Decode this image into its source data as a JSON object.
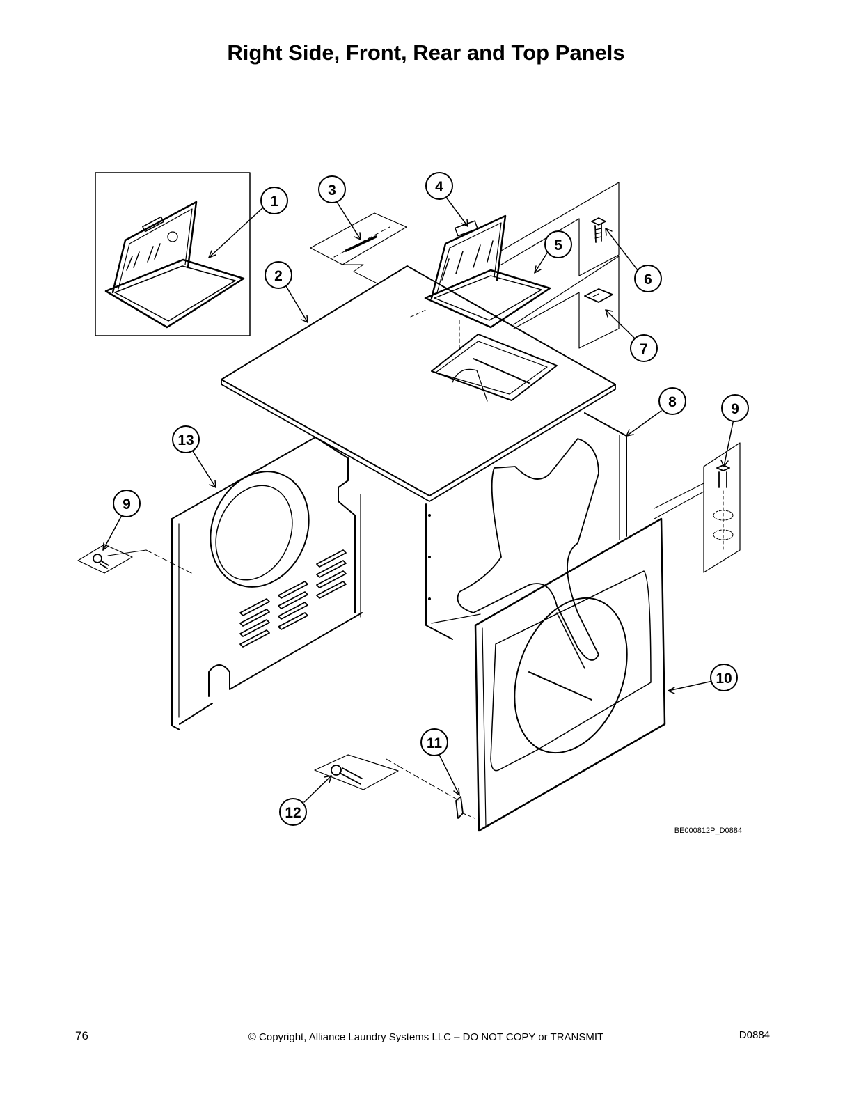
{
  "header": {
    "title": "Right Side, Front, Rear and Top Panels"
  },
  "callouts": [
    {
      "id": "callout-1",
      "label": "1"
    },
    {
      "id": "callout-2",
      "label": "2"
    },
    {
      "id": "callout-3",
      "label": "3"
    },
    {
      "id": "callout-4",
      "label": "4"
    },
    {
      "id": "callout-5",
      "label": "5"
    },
    {
      "id": "callout-6",
      "label": "6"
    },
    {
      "id": "callout-7",
      "label": "7"
    },
    {
      "id": "callout-8",
      "label": "8"
    },
    {
      "id": "callout-9a",
      "label": "9"
    },
    {
      "id": "callout-9b",
      "label": "9"
    },
    {
      "id": "callout-10",
      "label": "10"
    },
    {
      "id": "callout-11",
      "label": "11"
    },
    {
      "id": "callout-12",
      "label": "12"
    },
    {
      "id": "callout-13",
      "label": "13"
    }
  ],
  "diagram": {
    "drawing_id": "BE000812P_D0884"
  },
  "footer": {
    "page_number": "76",
    "copyright": "© Copyright, Alliance Laundry Systems LLC – DO NOT COPY or TRANSMIT",
    "doc_code": "D0884"
  }
}
